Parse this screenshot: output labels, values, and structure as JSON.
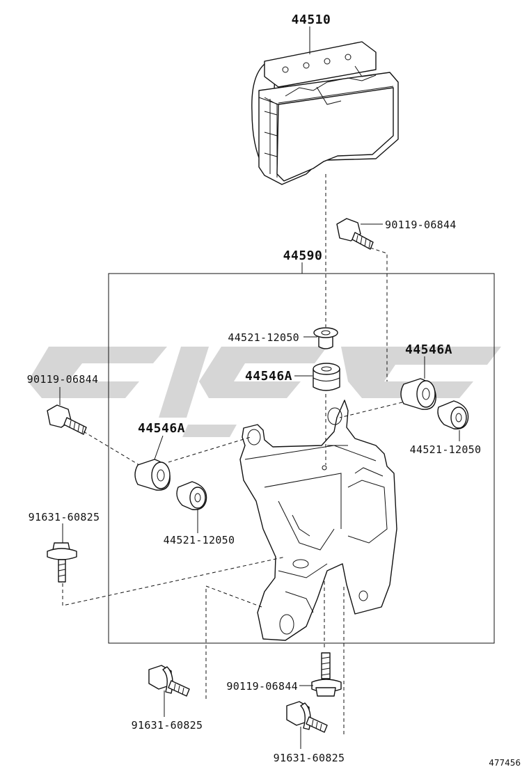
{
  "diagram": {
    "catalog_number": "477456",
    "callouts": {
      "actuator": "44510",
      "bracket_assy": "44590",
      "bolt_top": "90119-06844",
      "bolt_left": "90119-06844",
      "bolt_bottom": "90119-06844",
      "collar_center": "44521-12050",
      "collar_right": "44521-12050",
      "collar_left": "44521-12050",
      "cushion_center": "44546A",
      "cushion_right": "44546A",
      "cushion_left": "44546A",
      "flange_bolt_left": "91631-60825",
      "flange_bolt_bottom_left": "91631-60825",
      "flange_bolt_bottom_right": "91631-60825"
    },
    "colors": {
      "line": "#111111",
      "watermark": "#cfcfcf",
      "background": "#ffffff"
    }
  }
}
